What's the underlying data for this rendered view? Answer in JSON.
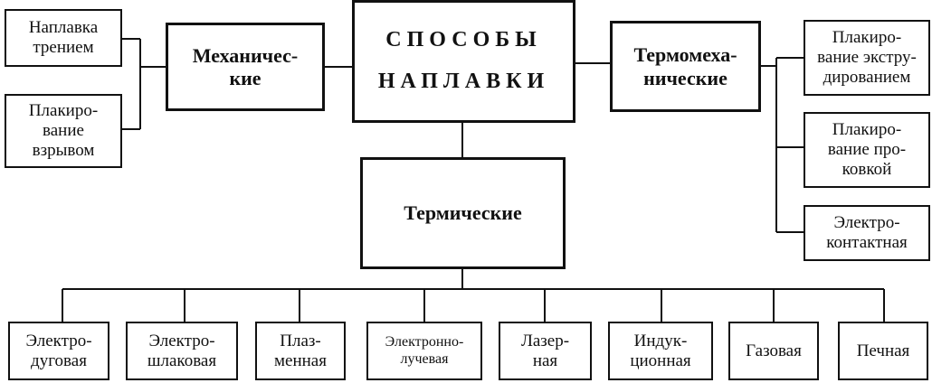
{
  "diagram": {
    "root": "СПОСОБЫ\nНАПЛАВКИ",
    "categories": {
      "mechanical": "Механичес-\nкие",
      "thermomechanical": "Термомеха-\nнические",
      "thermal": "Термические"
    },
    "mechanical_methods": [
      "Наплавка\nтрением",
      "Плакиро-\nвание\nвзрывом"
    ],
    "thermomechanical_methods": [
      "Плакиро-\nвание экстру-\nдированием",
      "Плакиро-\nвание про-\nковкой",
      "Электро-\nконтактная"
    ],
    "thermal_methods": [
      "Электро-\nдуговая",
      "Электро-\nшлаковая",
      "Плаз-\nменная",
      "Электронно-\nлучевая",
      "Лазер-\nная",
      "Индук-\nционная",
      "Газовая",
      "Печная"
    ]
  }
}
